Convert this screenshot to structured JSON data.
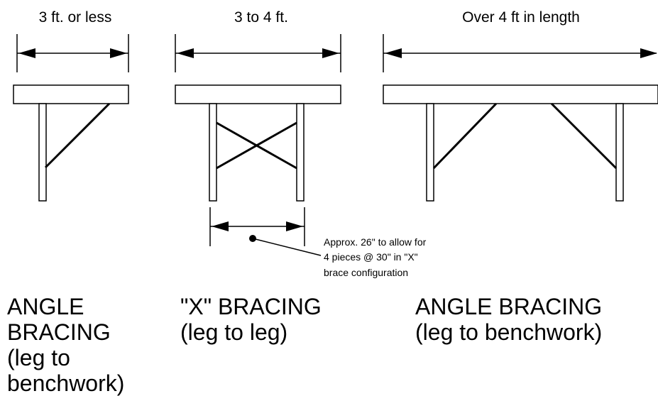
{
  "dimensions": {
    "short": "3 ft. or less",
    "medium": "3 to 4 ft.",
    "long": "Over 4 ft in length"
  },
  "note": {
    "line1": "Approx. 26\" to allow for",
    "line2": "4 pieces @ 30\" in \"X\"",
    "line3": "brace configuration"
  },
  "captions": {
    "left": [
      "ANGLE",
      "BRACING",
      "(leg to",
      "benchwork)"
    ],
    "middle": [
      "\"X\" BRACING",
      "(leg to leg)"
    ],
    "right": [
      "ANGLE BRACING",
      "(leg to benchwork)"
    ]
  }
}
